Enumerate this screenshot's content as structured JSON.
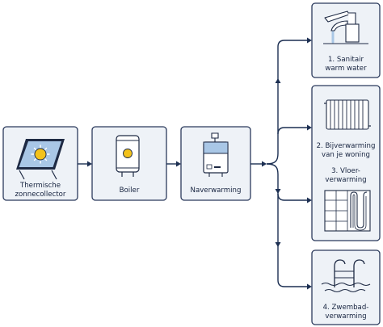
{
  "sources": [
    {
      "id": "collector",
      "line1": "Thermische",
      "line2": "zonnecollector",
      "icon": "solar-collector-icon"
    },
    {
      "id": "boiler",
      "line1": "Boiler",
      "icon": "boiler-icon"
    },
    {
      "id": "naverwarming",
      "line1": "Naverwarming",
      "icon": "heater-unit-icon"
    }
  ],
  "outputs": [
    {
      "id": "sanitair",
      "line1": "1. Sanitair",
      "line2": "warm water",
      "icon": "faucet-icon"
    },
    {
      "id": "bijverwarming",
      "line1": "2. Bijverwarming",
      "line2": "van je woning",
      "icon": "radiator-icon"
    },
    {
      "id": "vloerverwarming",
      "line1": "3. Vloer-",
      "line2": "verwarming",
      "icon": "floor-heating-icon"
    },
    {
      "id": "zwembad",
      "line1": "4. Zwembad-",
      "line2": "verwarming",
      "icon": "pool-ladder-icon"
    }
  ],
  "colors": {
    "box_fill": "#eef2f7",
    "box_stroke": "#2b3a5c",
    "line": "#1c2f52",
    "accent_blue": "#a9c7e6",
    "sun_yellow": "#f3c21b"
  }
}
